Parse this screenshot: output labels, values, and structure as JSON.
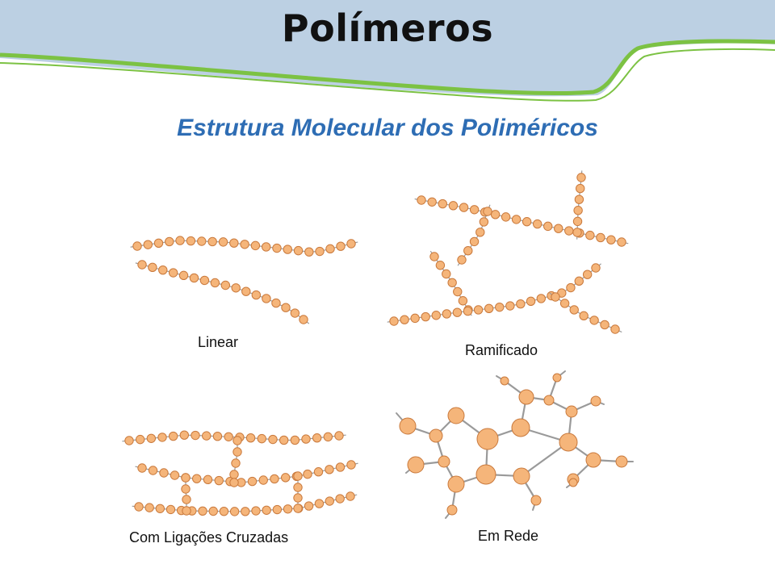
{
  "slide": {
    "title": "Polímeros",
    "subtitle": "Estrutura Molecular dos Poliméricos"
  },
  "diagrams": {
    "linear": {
      "label": "Linear"
    },
    "branched": {
      "label": "Ramificado"
    },
    "crosslinked": {
      "label": "Com Ligações Cruzadas"
    },
    "network": {
      "label": "Em Rede"
    }
  },
  "colors": {
    "header_blue": "#bcd0e3",
    "header_green": "#7cc243",
    "subtitle_blue": "#2e6db4",
    "bead_fill": "#f5b57a",
    "bead_stroke": "#c9793c",
    "bond_gray": "#9a9a9a"
  }
}
